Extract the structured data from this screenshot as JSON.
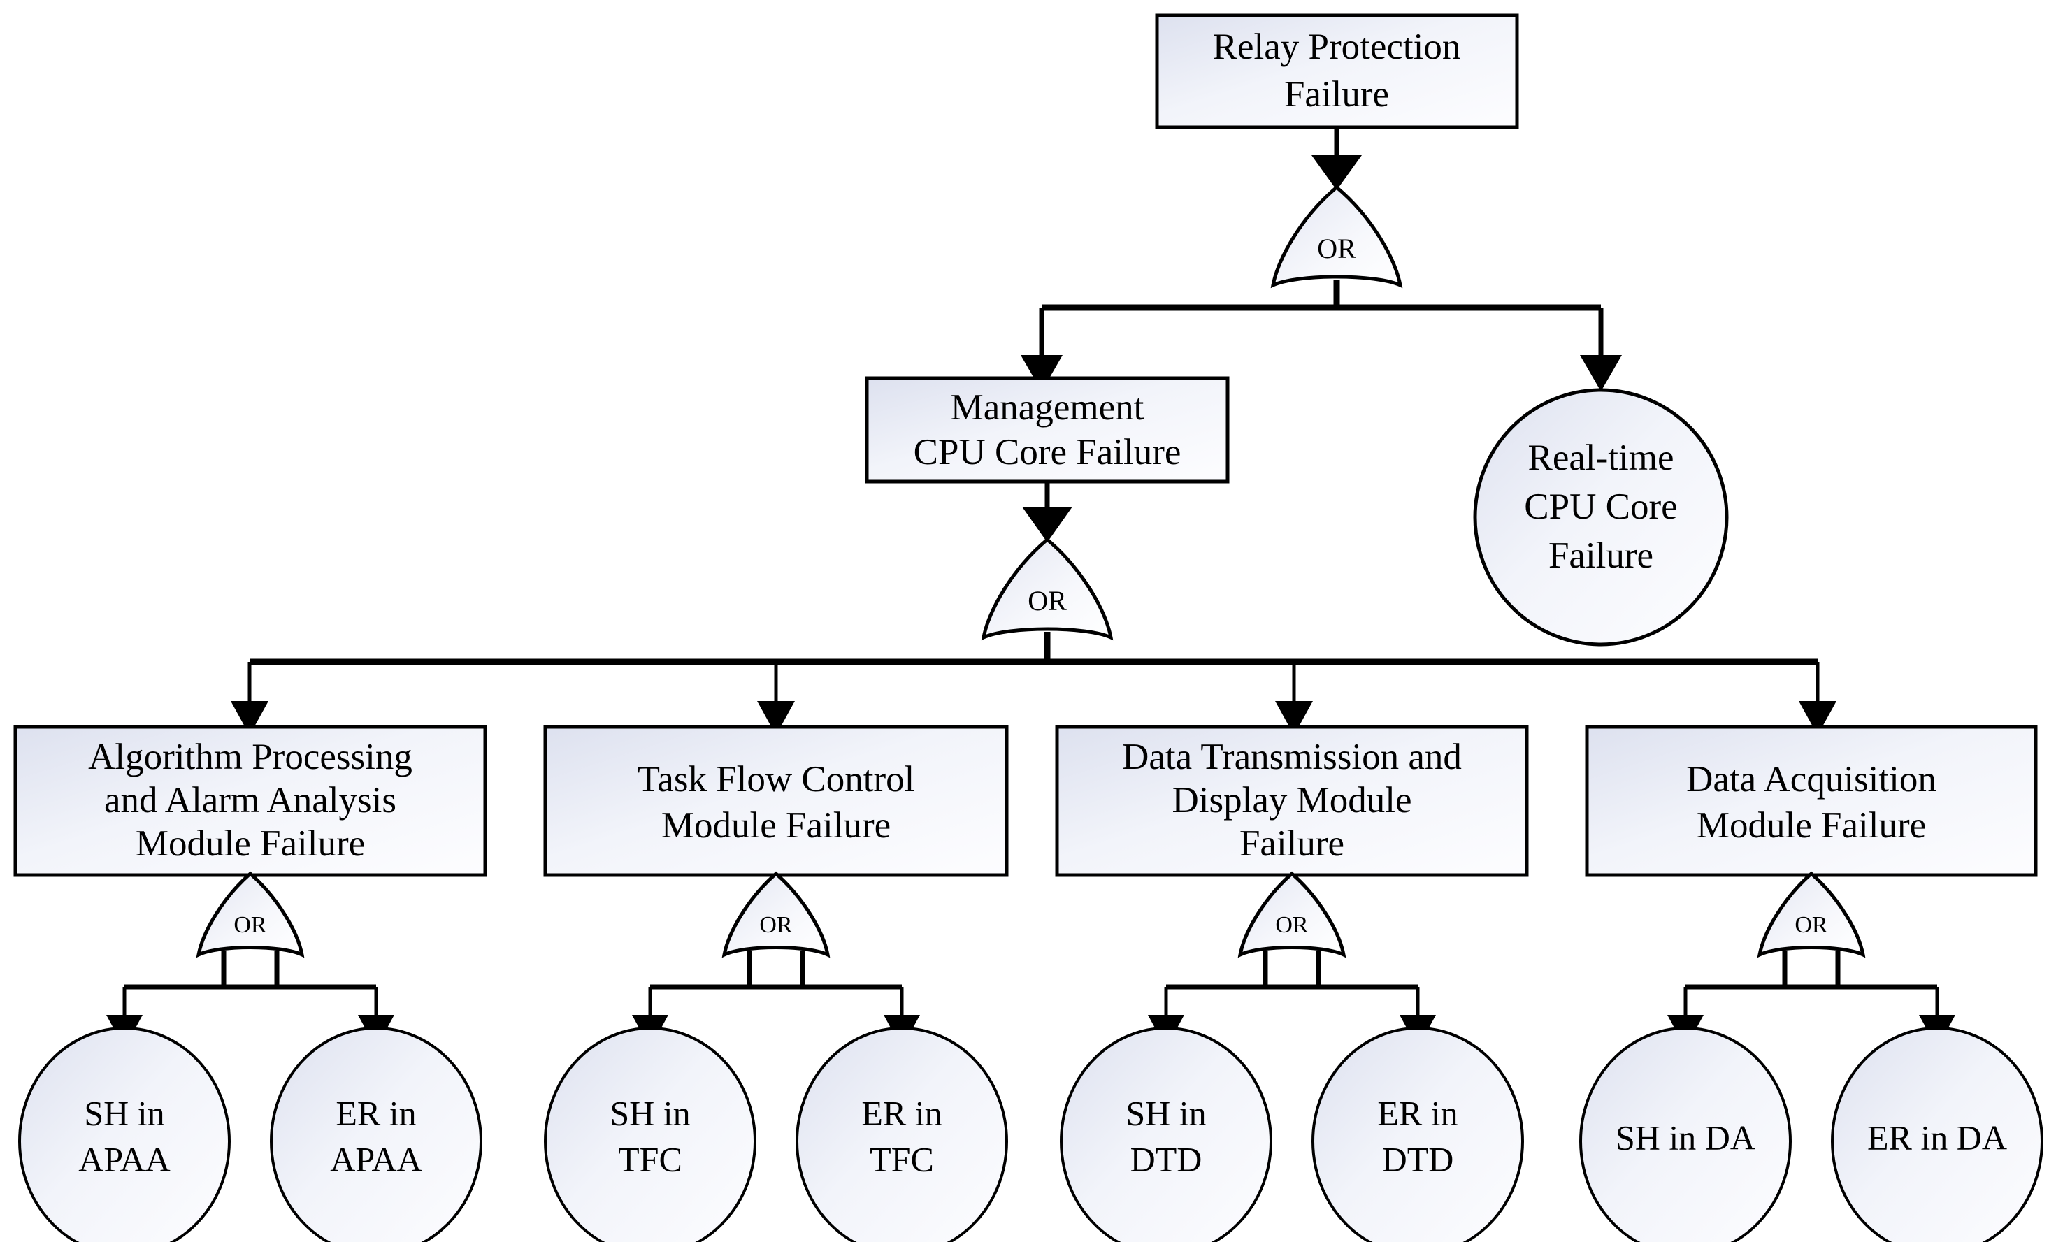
{
  "diagram": {
    "title": "Relay Protection Failure Fault Tree",
    "type": "fault-tree",
    "background_color": "#ffffff",
    "stroke_color": "#000000",
    "node_fill_start": "#dfe3f0",
    "node_fill_end": "#fcfcff"
  },
  "gates": {
    "g_top": {
      "label": "OR"
    },
    "g_mgmt": {
      "label": "OR"
    },
    "g_apaa": {
      "label": "OR"
    },
    "g_tfc": {
      "label": "OR"
    },
    "g_dtd": {
      "label": "OR"
    },
    "g_da": {
      "label": "OR"
    }
  },
  "nodes": {
    "top": {
      "shape": "rect",
      "lines": [
        "Relay Protection",
        "Failure"
      ]
    },
    "mgmt": {
      "shape": "rect",
      "lines": [
        "Management",
        "CPU Core Failure"
      ]
    },
    "realtime": {
      "shape": "circle",
      "lines": [
        "Real-time",
        "CPU Core",
        "Failure"
      ]
    },
    "apaa": {
      "shape": "rect",
      "lines": [
        "Algorithm Processing",
        "and Alarm Analysis",
        "Module Failure"
      ]
    },
    "tfc": {
      "shape": "rect",
      "lines": [
        "Task Flow Control",
        "Module Failure"
      ]
    },
    "dtd": {
      "shape": "rect",
      "lines": [
        "Data Transmission and",
        "Display Module",
        "Failure"
      ]
    },
    "da": {
      "shape": "rect",
      "lines": [
        "Data Acquisition",
        "Module Failure"
      ]
    },
    "sh_apaa": {
      "shape": "circle",
      "lines": [
        "SH in",
        "APAA"
      ]
    },
    "er_apaa": {
      "shape": "circle",
      "lines": [
        "ER in",
        "APAA"
      ]
    },
    "sh_tfc": {
      "shape": "circle",
      "lines": [
        "SH in",
        "TFC"
      ]
    },
    "er_tfc": {
      "shape": "circle",
      "lines": [
        "ER in",
        "TFC"
      ]
    },
    "sh_dtd": {
      "shape": "circle",
      "lines": [
        "SH in",
        "DTD"
      ]
    },
    "er_dtd": {
      "shape": "circle",
      "lines": [
        "ER in",
        "DTD"
      ]
    },
    "sh_da": {
      "shape": "circle",
      "lines": [
        "SH in DA"
      ]
    },
    "er_da": {
      "shape": "circle",
      "lines": [
        "ER in DA"
      ]
    }
  }
}
